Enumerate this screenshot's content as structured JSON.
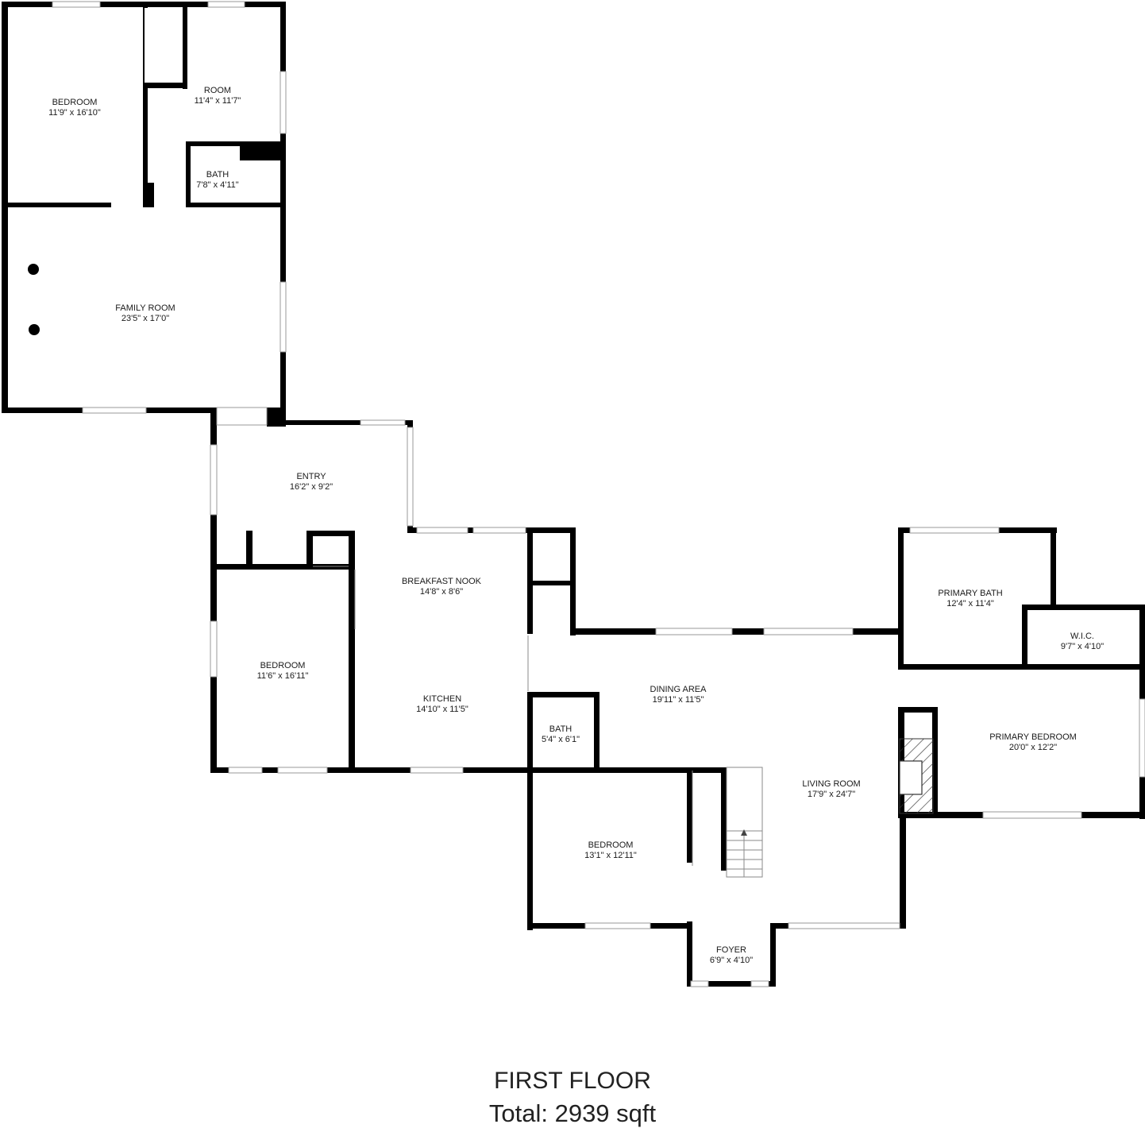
{
  "floor": {
    "title": "FIRST FLOOR",
    "total": "Total: 2939 sqft"
  },
  "rooms": [
    {
      "id": "bedroom-nw",
      "name": "BEDROOM",
      "dims": "11'9\" x 16'10\""
    },
    {
      "id": "room",
      "name": "ROOM",
      "dims": "11'4\" x 11'7\""
    },
    {
      "id": "bath-upper",
      "name": "BATH",
      "dims": "7'8\" x 4'11\""
    },
    {
      "id": "family-room",
      "name": "FAMILY ROOM",
      "dims": "23'5\" x 17'0\""
    },
    {
      "id": "entry",
      "name": "ENTRY",
      "dims": "16'2\" x 9'2\""
    },
    {
      "id": "breakfast-nook",
      "name": "BREAKFAST NOOK",
      "dims": "14'8\" x 8'6\""
    },
    {
      "id": "bedroom-west",
      "name": "BEDROOM",
      "dims": "11'6\" x 16'11\""
    },
    {
      "id": "kitchen",
      "name": "KITCHEN",
      "dims": "14'10\" x 11'5\""
    },
    {
      "id": "dining-area",
      "name": "DINING AREA",
      "dims": "19'11\" x 11'5\""
    },
    {
      "id": "bath-center",
      "name": "BATH",
      "dims": "5'4\" x 6'1\""
    },
    {
      "id": "primary-bath",
      "name": "PRIMARY BATH",
      "dims": "12'4\" x 11'4\""
    },
    {
      "id": "wic",
      "name": "W.I.C.",
      "dims": "9'7\" x 4'10\""
    },
    {
      "id": "primary-bedroom",
      "name": "PRIMARY BEDROOM",
      "dims": "20'0\" x 12'2\""
    },
    {
      "id": "living-room",
      "name": "LIVING ROOM",
      "dims": "17'9\" x 24'7\""
    },
    {
      "id": "bedroom-south",
      "name": "BEDROOM",
      "dims": "13'1\" x 12'11\""
    },
    {
      "id": "foyer",
      "name": "FOYER",
      "dims": "6'9\" x 4'10\""
    }
  ]
}
